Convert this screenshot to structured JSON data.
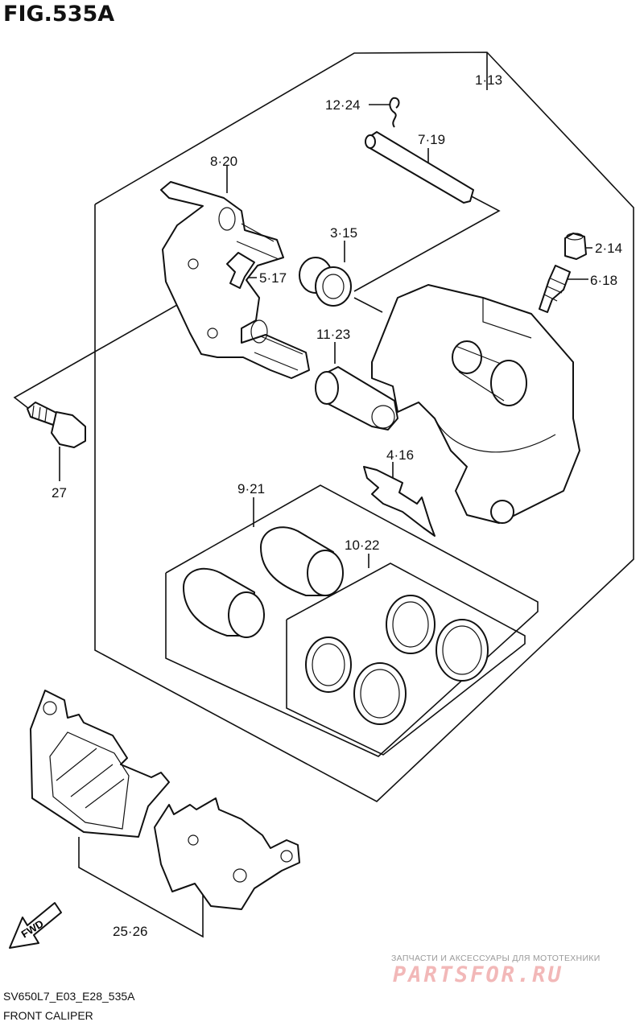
{
  "figure": {
    "title": "FIG.535A",
    "model_code": "SV650L7_E03_E28_535A",
    "name": "FRONT CALIPER"
  },
  "callouts": [
    {
      "id": "1",
      "label": "1·13"
    },
    {
      "id": "12",
      "label": "12·24"
    },
    {
      "id": "7",
      "label": "7·19"
    },
    {
      "id": "8",
      "label": "8·20"
    },
    {
      "id": "3",
      "label": "3·15"
    },
    {
      "id": "2",
      "label": "2·14"
    },
    {
      "id": "5",
      "label": "5·17"
    },
    {
      "id": "6",
      "label": "6·18"
    },
    {
      "id": "11",
      "label": "11·23"
    },
    {
      "id": "27",
      "label": "27"
    },
    {
      "id": "4",
      "label": "4·16"
    },
    {
      "id": "9",
      "label": "9·21"
    },
    {
      "id": "10",
      "label": "10·22"
    },
    {
      "id": "25",
      "label": "25·26"
    }
  ],
  "fwd_marker": {
    "label": "FWD"
  },
  "watermark": {
    "tagline": "ЗАПЧАСТИ И АКСЕССУАРЫ ДЛЯ МОТОТЕХНИКИ",
    "brand": "PARTSFOR.RU"
  }
}
